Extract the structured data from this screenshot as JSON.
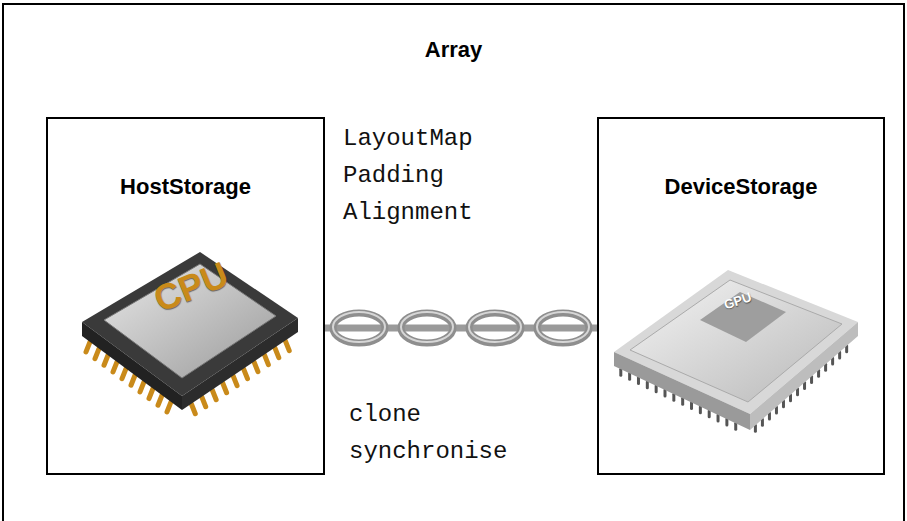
{
  "diagram": {
    "title": "Array",
    "nodes": [
      {
        "text": [
          "HostStorage"
        ]
      },
      {
        "text": [
          "DeviceStorage"
        ]
      }
    ],
    "edges": [
      {
        "from": 0,
        "to": 1,
        "arrow": "none"
      }
    ],
    "labels": [
      "LayoutMap Padding Alignment",
      "clone synchronise",
      "CPU",
      "GPU"
    ]
  }
}
